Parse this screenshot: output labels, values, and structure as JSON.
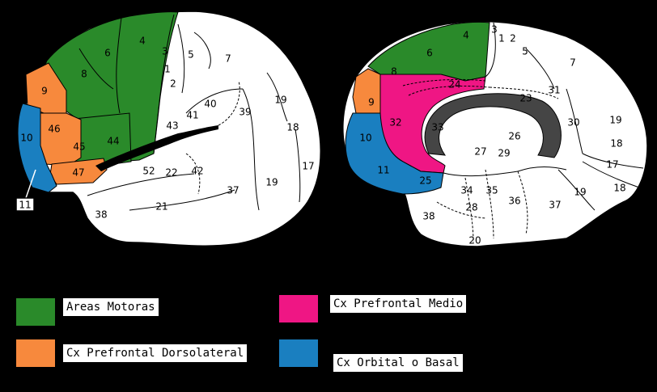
{
  "colors": {
    "motor": "#2a8a2a",
    "dorsolateral": "#f7893d",
    "medial": "#ef1684",
    "orbital": "#1a7fc0",
    "white": "#ffffff",
    "dark": "#454545",
    "background": "#000000"
  },
  "lateral_view": {
    "areas": {
      "motor": [
        "4",
        "6",
        "8",
        "44",
        "45"
      ],
      "dorsolateral": [
        "9",
        "46",
        "47"
      ],
      "orbital": [
        "10"
      ],
      "other": [
        "3",
        "5",
        "1",
        "2",
        "7",
        "40",
        "41",
        "43",
        "39",
        "19",
        "18",
        "17",
        "52",
        "22",
        "42",
        "21",
        "37",
        "38",
        "19"
      ]
    },
    "callout": "11"
  },
  "medial_view": {
    "areas": {
      "motor": [
        "4",
        "6",
        "8"
      ],
      "dorsolateral": [
        "9"
      ],
      "medial": [
        "24",
        "32",
        "33"
      ],
      "orbital": [
        "10",
        "11",
        "25"
      ],
      "other": [
        "3",
        "1",
        "2",
        "5",
        "7",
        "31",
        "23",
        "19",
        "30",
        "18",
        "26",
        "27",
        "29",
        "17",
        "18",
        "19",
        "34",
        "35",
        "28",
        "36",
        "37",
        "38",
        "20"
      ]
    }
  },
  "legend": [
    {
      "label": "Areas Motoras",
      "color": "motor"
    },
    {
      "label": "Cx Prefrontal Dorsolateral",
      "color": "dorsolateral"
    },
    {
      "label": "Cx Prefrontal Medio",
      "color": "medial"
    },
    {
      "label": "Cx Orbital o Basal",
      "color": "orbital"
    }
  ]
}
